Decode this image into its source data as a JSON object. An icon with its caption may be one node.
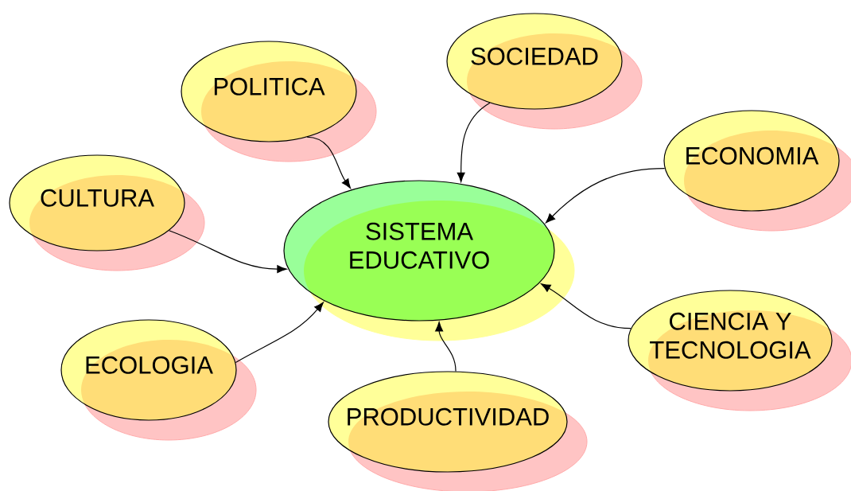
{
  "diagram": {
    "nodes": [
      {
        "text": [
          "SISTEMA EDUCATIVO"
        ]
      },
      {
        "text": [
          "SOCIEDAD"
        ]
      },
      {
        "text": [
          "POLITICA"
        ]
      },
      {
        "text": [
          "ECONOMIA"
        ]
      },
      {
        "text": [
          "CULTURA"
        ]
      },
      {
        "text": [
          "CIENCIA Y TECNOLOGIA"
        ]
      },
      {
        "text": [
          "ECOLOGIA"
        ]
      },
      {
        "text": [
          "PRODUCTIVIDAD"
        ]
      }
    ],
    "edges": [
      {
        "from": 1,
        "to": 0,
        "arrow": "to"
      },
      {
        "from": 2,
        "to": 0,
        "arrow": "to"
      },
      {
        "from": 3,
        "to": 0,
        "arrow": "to"
      },
      {
        "from": 4,
        "to": 0,
        "arrow": "to"
      },
      {
        "from": 5,
        "to": 0,
        "arrow": "to"
      },
      {
        "from": 6,
        "to": 0,
        "arrow": "to"
      },
      {
        "from": 7,
        "to": 0,
        "arrow": "to"
      }
    ]
  }
}
